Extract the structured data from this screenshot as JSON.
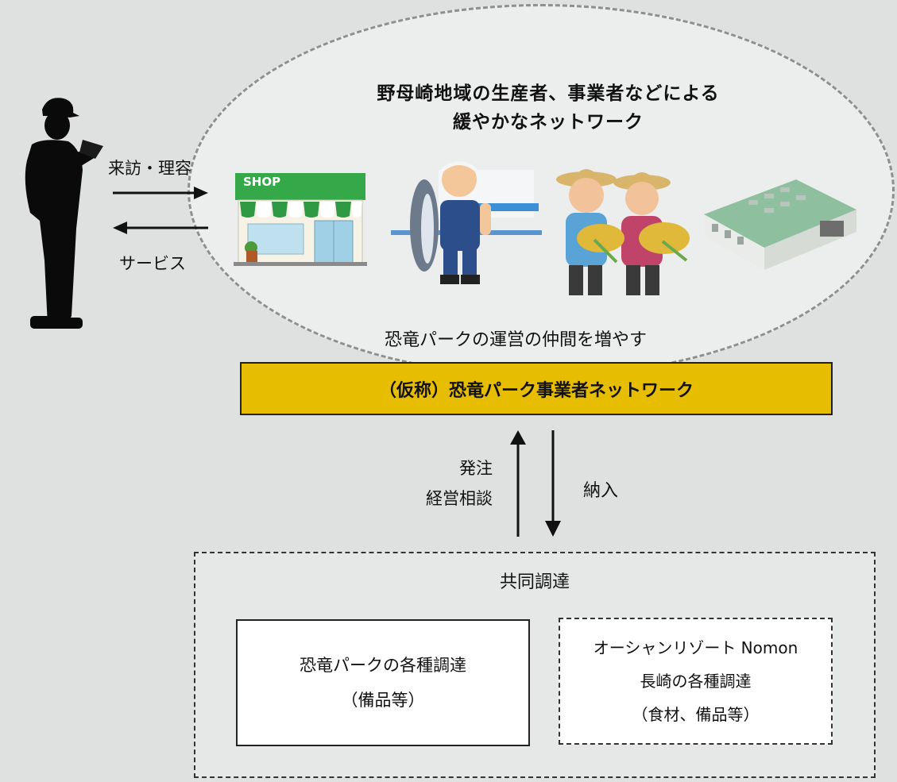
{
  "network": {
    "title_line1": "野母崎地域の生産者、事業者などによる",
    "title_line2": "緩やかなネットワーク",
    "caption": "恐竜パークの運営の仲間を増やす"
  },
  "customer": {
    "visit_label": "来訪・理容",
    "service_label": "サービス"
  },
  "shop": {
    "sign": "SHOP"
  },
  "bar": {
    "label": "（仮称）恐竜パーク事業者ネットワーク"
  },
  "flows": {
    "order_line1": "発注",
    "order_line2": "経営相談",
    "delivery": "納入"
  },
  "procurement": {
    "title": "共同調達",
    "box1": {
      "line1": "恐竜パークの各種調達",
      "line2": "（備品等）"
    },
    "box2": {
      "line1": "オーシャンリゾート Nomon",
      "line2": "長崎の各種調達",
      "line3": "（食材、備品等）"
    }
  }
}
